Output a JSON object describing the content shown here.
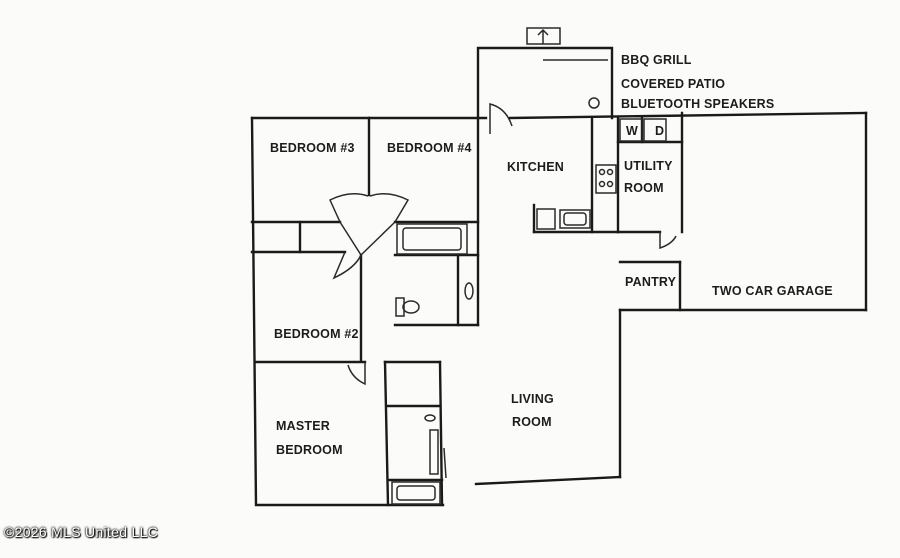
{
  "plan": {
    "labels": {
      "bbq_grill": "BBQ GRILL",
      "covered_patio": "COVERED PATIO",
      "bluetooth_speakers": "BLUETOOTH SPEAKERS",
      "bedroom3": "BEDROOM #3",
      "bedroom4": "BEDROOM #4",
      "kitchen": "KITCHEN",
      "utility_1": "UTILITY",
      "utility_2": "ROOM",
      "washer": "W",
      "dryer": "D",
      "pantry": "PANTRY",
      "garage": "TWO CAR GARAGE",
      "bedroom2": "BEDROOM #2",
      "living_1": "LIVING",
      "living_2": "ROOM",
      "master_1": "MASTER",
      "master_2": "BEDROOM"
    }
  },
  "watermark": "©2026 MLS United LLC"
}
